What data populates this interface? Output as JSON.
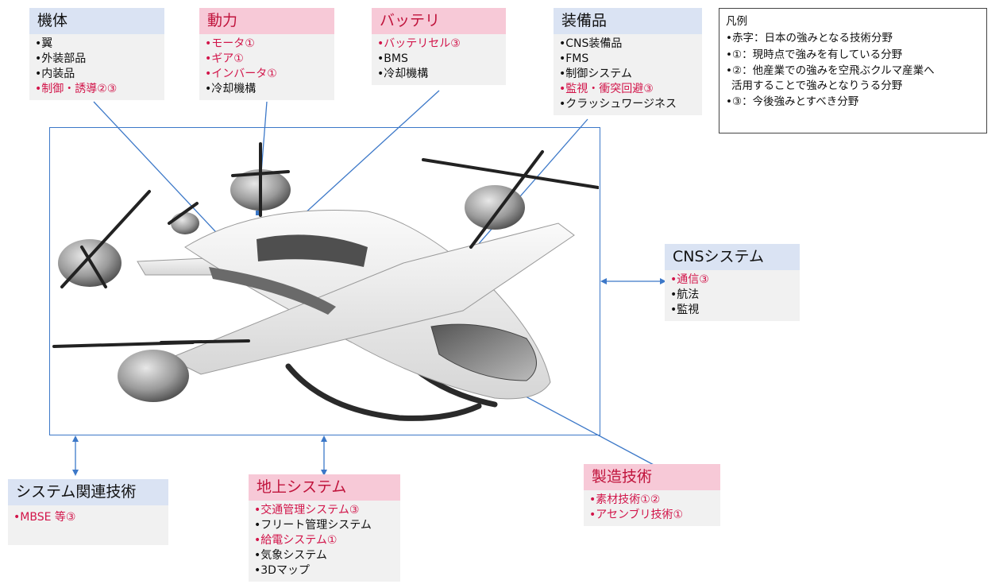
{
  "boxes": {
    "airframe": {
      "title": "機体",
      "items": [
        {
          "text": "•翼",
          "red": false
        },
        {
          "text": "•外装部品",
          "red": false
        },
        {
          "text": "•内装品",
          "red": false
        },
        {
          "text": "•制御・誘導②③",
          "red": true
        }
      ]
    },
    "power": {
      "title": "動力",
      "items": [
        {
          "text": "•モータ①",
          "red": true
        },
        {
          "text": "•ギア①",
          "red": true
        },
        {
          "text": "•インバータ①",
          "red": true
        },
        {
          "text": "•冷却機構",
          "red": false
        }
      ]
    },
    "battery": {
      "title": "バッテリ",
      "items": [
        {
          "text": "•バッテリセル③",
          "red": true
        },
        {
          "text": "•BMS",
          "red": false
        },
        {
          "text": "•冷却機構",
          "red": false
        }
      ]
    },
    "equipment": {
      "title": "装備品",
      "items": [
        {
          "text": "•CNS装備品",
          "red": false
        },
        {
          "text": "•FMS",
          "red": false
        },
        {
          "text": "•制御システム",
          "red": false
        },
        {
          "text": "•監視・衝突回避③",
          "red": true
        },
        {
          "text": "•クラッシュワージネス",
          "red": false
        }
      ]
    },
    "cns": {
      "title": "CNSシステム",
      "items": [
        {
          "text": "•通信③",
          "red": true
        },
        {
          "text": "•航法",
          "red": false
        },
        {
          "text": "•監視",
          "red": false
        }
      ]
    },
    "system_tech": {
      "title": "システム関連技術",
      "items": [
        {
          "text": "•MBSE 等③",
          "red": true
        }
      ]
    },
    "ground": {
      "title": "地上システム",
      "items": [
        {
          "text": "•交通管理システム③",
          "red": true
        },
        {
          "text": "•フリート管理システム",
          "red": false
        },
        {
          "text": "•給電システム①",
          "red": true
        },
        {
          "text": "•気象システム",
          "red": false
        },
        {
          "text": "•3Dマップ",
          "red": false
        }
      ]
    },
    "manufacturing": {
      "title": "製造技術",
      "items": [
        {
          "text": "•素材技術①②",
          "red": true
        },
        {
          "text": "•アセンブリ技術①",
          "red": true
        }
      ]
    }
  },
  "legend": {
    "title": "凡例",
    "items": [
      "•赤字：日本の強みとなる技術分野",
      "•①：現時点で強みを有している分野",
      "•②：他産業での強みを空飛ぶクルマ産業へ",
      "活用することで強みとなりうる分野",
      "•③：今後強みとすべき分野"
    ]
  },
  "colors": {
    "header_blue": "#dae3f3",
    "header_pink": "#f7c9d7",
    "accent_red": "#d2154a",
    "line_blue": "#3c78c8"
  }
}
